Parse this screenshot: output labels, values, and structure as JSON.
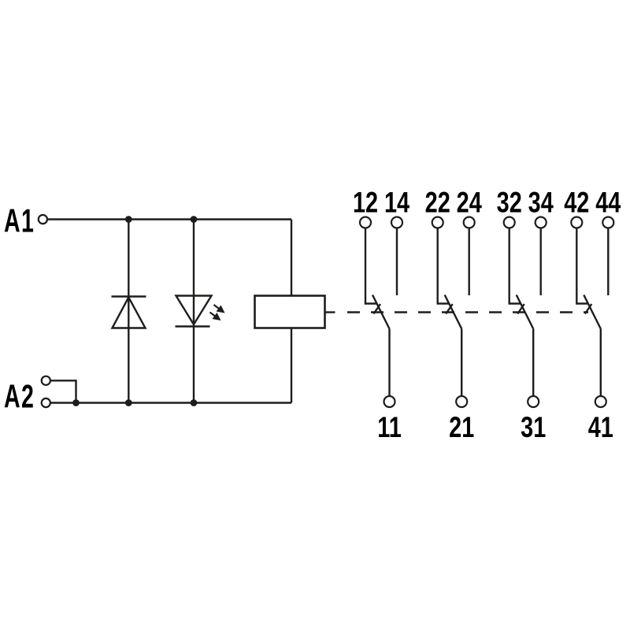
{
  "diagram_type": "relay-wiring-schematic",
  "colors": {
    "background": "#ffffff",
    "line": "#1d1d1b",
    "text": "#000000"
  },
  "coil": {
    "terminal_top": "A1",
    "terminal_bottom": "A2"
  },
  "symbols": [
    "suppressor-diode",
    "led-indicator",
    "relay-coil",
    "changeover-contact"
  ],
  "contacts": [
    {
      "nc": "12",
      "no": "14",
      "common": "11"
    },
    {
      "nc": "22",
      "no": "24",
      "common": "21"
    },
    {
      "nc": "32",
      "no": "34",
      "common": "31"
    },
    {
      "nc": "42",
      "no": "44",
      "common": "41"
    }
  ]
}
